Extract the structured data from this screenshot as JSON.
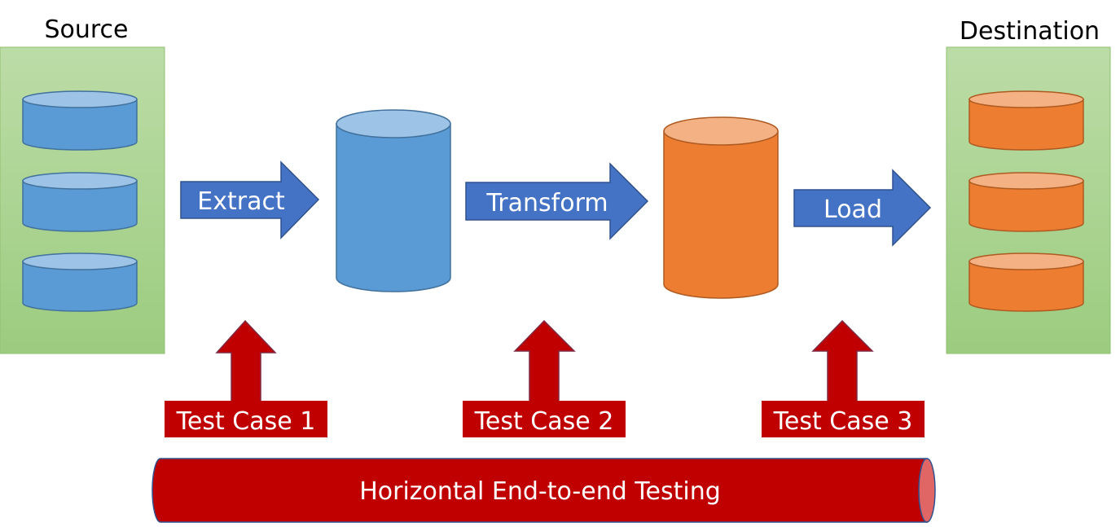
{
  "source": {
    "title": "Source"
  },
  "destination": {
    "title": "Destination"
  },
  "steps": {
    "extract": "Extract",
    "transform": "Transform",
    "load": "Load"
  },
  "test_cases": [
    "Test Case 1",
    "Test Case 2",
    "Test Case 3"
  ],
  "banner": {
    "label": "Horizontal End-to-end Testing"
  },
  "colors": {
    "panel_green": "#a9d18e",
    "db_blue": "#5b9bd5",
    "db_orange": "#ed7d31",
    "arrow_blue": "#4472c4",
    "test_red": "#c00000"
  }
}
